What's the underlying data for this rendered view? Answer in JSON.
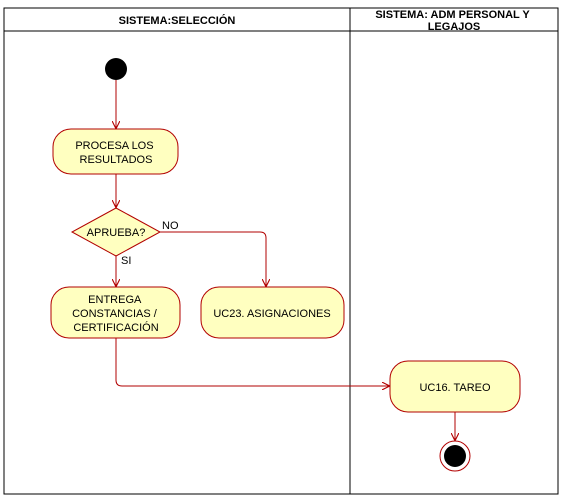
{
  "colors": {
    "node_fill": "#ffffc0",
    "node_stroke": "#b20000",
    "edge": "#b20000",
    "frame": "#000000",
    "initial": "#000000"
  },
  "lanes": [
    {
      "title": "SISTEMA:SELECCIÓN"
    },
    {
      "title_lines": [
        "SISTEMA: ADM PERSONAL Y",
        "LEGAJOS"
      ]
    }
  ],
  "nodes": {
    "procesa": {
      "lines": [
        "PROCESA LOS",
        "RESULTADOS"
      ]
    },
    "decision": {
      "label": "APRUEBA?"
    },
    "entrega": {
      "lines": [
        "ENTREGA",
        "CONSTANCIAS /",
        "CERTIFICACIÓN"
      ]
    },
    "uc23": {
      "label": "UC23. ASIGNACIONES"
    },
    "uc16": {
      "label": "UC16. TAREO"
    }
  },
  "guards": {
    "no": "NO",
    "si": "SI"
  }
}
